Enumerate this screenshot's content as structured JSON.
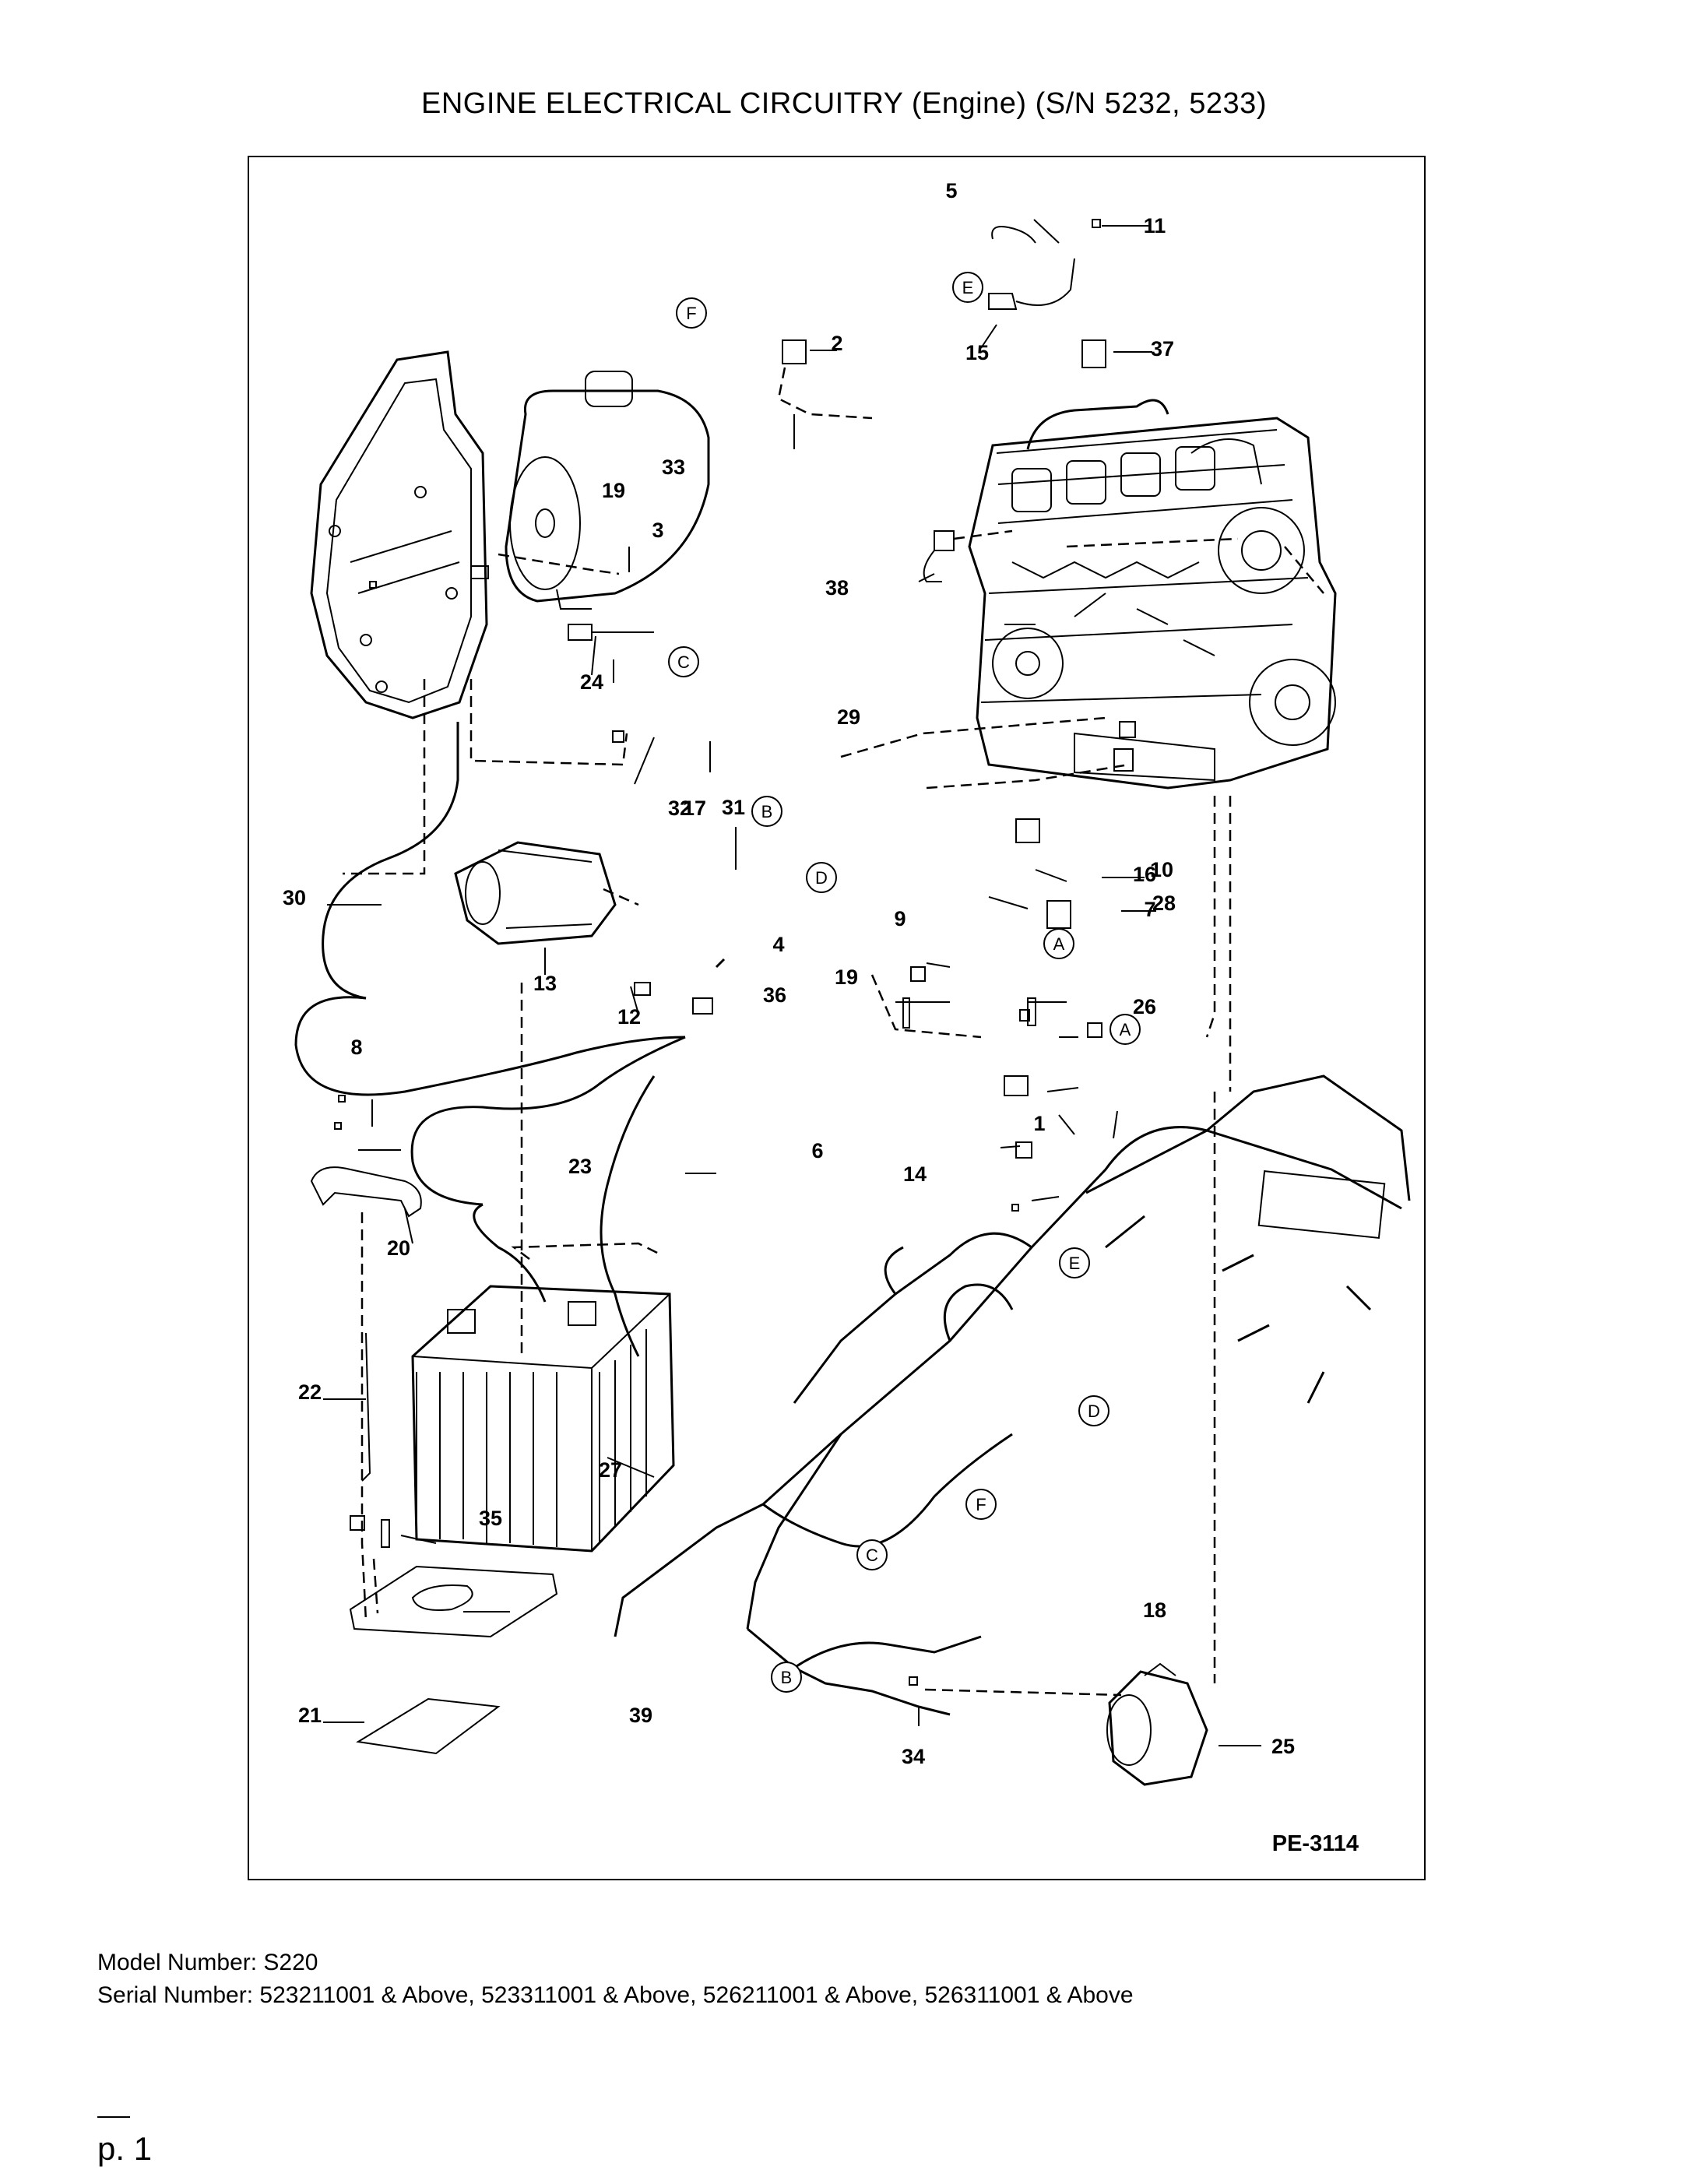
{
  "title": "ENGINE ELECTRICAL CIRCUITRY (Engine) (S/N 5232, 5233)",
  "figure_id": "PE-3114",
  "model_line": "Model Number: S220",
  "serial_line": "Serial Number: 523211001 & Above, 523311001 & Above, 526211001 & Above, 526311001 & Above",
  "page_label": "p. 1",
  "callouts": [
    "1",
    "2",
    "3",
    "4",
    "5",
    "6",
    "7",
    "8",
    "9",
    "10",
    "11",
    "12",
    "13",
    "14",
    "15",
    "16",
    "17",
    "18",
    "19",
    "19",
    "20",
    "21",
    "22",
    "23",
    "24",
    "25",
    "26",
    "27",
    "28",
    "29",
    "30",
    "31",
    "32",
    "33",
    "34",
    "35",
    "36",
    "37",
    "38",
    "39"
  ],
  "connectors": [
    "A",
    "B",
    "C",
    "D",
    "E",
    "F",
    "A",
    "B",
    "C",
    "D",
    "E",
    "F"
  ]
}
